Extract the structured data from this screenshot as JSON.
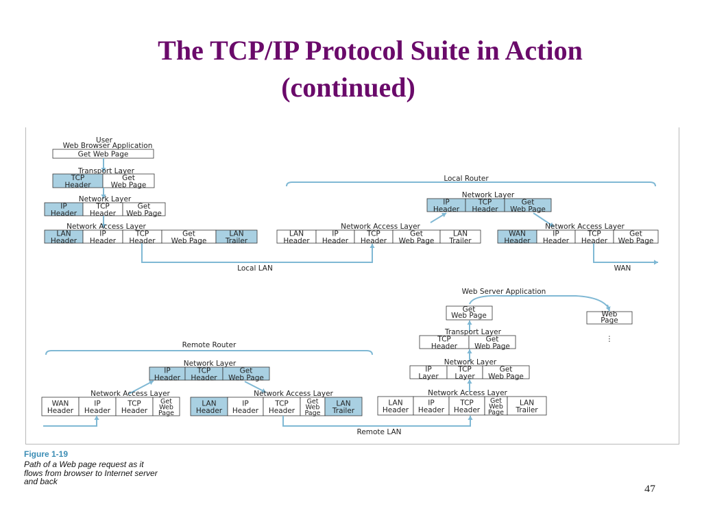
{
  "slide": {
    "title_line1": "The TCP/IP Protocol Suite in Action",
    "title_line2": "(continued)",
    "page_number": "47"
  },
  "figure": {
    "number": "Figure 1-19",
    "caption": "Path of a Web page request as it flows from browser to Internet server and back"
  },
  "colors": {
    "title": "#6a0a6a",
    "shaded_cell": "#a9d0e2",
    "arrow": "#7fb8d4",
    "caption_number": "#3a8cb4"
  },
  "labels": {
    "user": "User",
    "web_browser_app": "Web Browser Application",
    "transport_layer": "Transport Layer",
    "network_layer": "Network Layer",
    "network_access_layer": "Network Access Layer",
    "local_router": "Local Router",
    "remote_router": "Remote Router",
    "local_lan": "Local LAN",
    "remote_lan": "Remote LAN",
    "wan": "WAN",
    "web_server_app": "Web Server Application",
    "web_page": "Web Page",
    "continued_dots": "⋮"
  },
  "cells": {
    "get_web_page": "Get Web Page",
    "tcp_header": "TCP Header",
    "ip_header": "IP Header",
    "lan_header": "LAN Header",
    "lan_trailer": "LAN Trailer",
    "wan_header": "WAN Header",
    "ip_layer": "IP Layer",
    "tcp_layer": "TCP Layer",
    "get_web_page_3line": "Get Web Page"
  }
}
